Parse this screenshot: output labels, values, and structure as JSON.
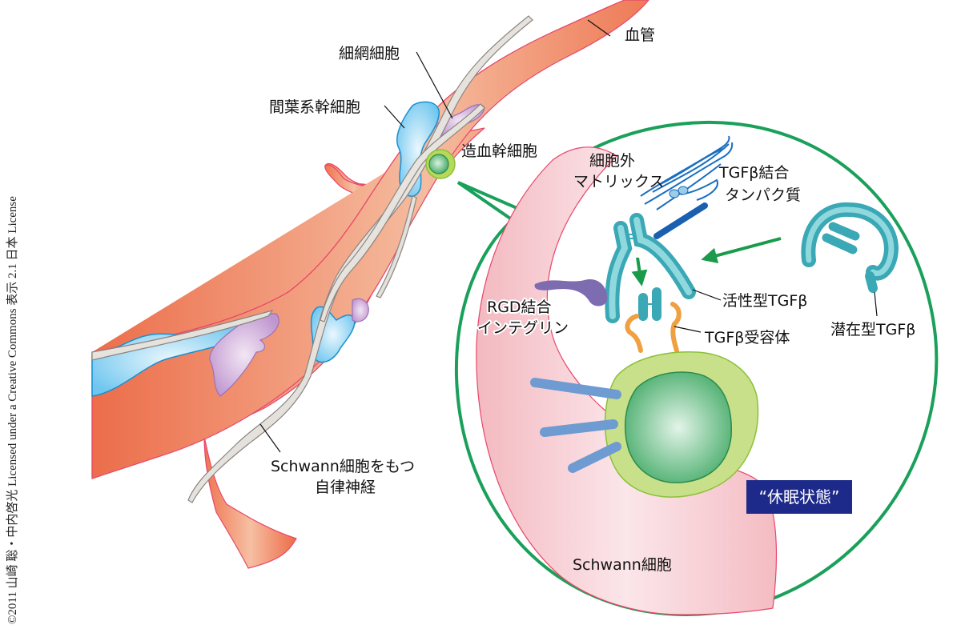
{
  "copyright": "©2011 山崎 聡・中内啓光 Licensed under a Creative Commons 表示 2.1 日本 License",
  "labels": {
    "blood_vessel": "血管",
    "reticular_cell": "細網細胞",
    "mesenchymal_stem_cell": "間葉系幹細胞",
    "hematopoietic_stem_cell": "造血幹細胞",
    "ecm_line1": "細胞外",
    "ecm_line2": "マトリックス",
    "tgfb_binding_line1": "TGFβ結合",
    "tgfb_binding_line2": "タンパク質",
    "active_tgfb": "活性型TGFβ",
    "latent_tgfb": "潜在型TGFβ",
    "rgd_line1": "RGD結合",
    "rgd_line2": "インテグリン",
    "tgfb_receptor": "TGFβ受容体",
    "nerve_line1": "Schwann細胞をもつ",
    "nerve_line2": "自律神経",
    "schwann_cell": "Schwann細胞",
    "dormant_state": "“休眠状態”"
  },
  "colors": {
    "vessel": "#ee7350",
    "vessel_light": "#f6c0a4",
    "vessel_edge": "#e8466a",
    "mesenchymal": "#7fcbef",
    "mesenchymal_edge": "#1a8fd0",
    "reticular": "#c9a6d6",
    "reticular_edge": "#9b72b8",
    "nerve": "#e9e6e2",
    "nerve_edge": "#8c8580",
    "magnify_ring": "#1aa05a",
    "schwann": "#f5c2c8",
    "tgfb": "#5cc2cc",
    "receptor": "#f0a040",
    "integrin": "#7d6cb0",
    "cell_outer": "#c8e08a",
    "cell_nucleus": "#5cb87a",
    "anchor_bars": "#6e9bd1",
    "badge_bg": "#1d2a8a",
    "arrow": "#1a9a4a"
  }
}
